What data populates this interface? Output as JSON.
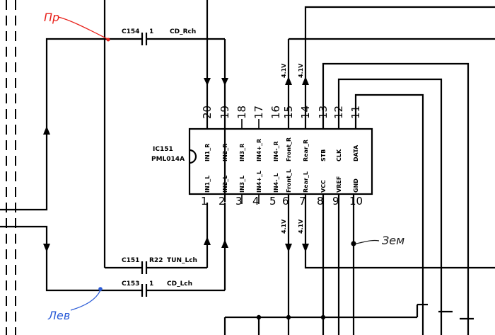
{
  "ic": {
    "ref": "IC151",
    "part": "PML014A",
    "top_pins": [
      {
        "num": "20",
        "label": "IN1_R"
      },
      {
        "num": "19",
        "label": "IN2_R"
      },
      {
        "num": "18",
        "label": "IN3_R"
      },
      {
        "num": "17",
        "label": "IN4+_R"
      },
      {
        "num": "16",
        "label": "IN4-_R"
      },
      {
        "num": "15",
        "label": "Front_R"
      },
      {
        "num": "14",
        "label": "Rear_R"
      },
      {
        "num": "13",
        "label": "STB"
      },
      {
        "num": "12",
        "label": "CLK"
      },
      {
        "num": "11",
        "label": "DATA"
      }
    ],
    "bottom_pins": [
      {
        "num": "1",
        "label": "IN1_L"
      },
      {
        "num": "2",
        "label": "IN2_L"
      },
      {
        "num": "3",
        "label": "IN3_L"
      },
      {
        "num": "4",
        "label": "IN4+_L"
      },
      {
        "num": "5",
        "label": "IN4-_L"
      },
      {
        "num": "6",
        "label": "Front_L"
      },
      {
        "num": "7",
        "label": "Rear_L"
      },
      {
        "num": "8",
        "label": "VCC"
      },
      {
        "num": "9",
        "label": "VREF"
      },
      {
        "num": "10",
        "label": "GND"
      }
    ]
  },
  "components": {
    "c154": {
      "ref": "C154",
      "value": "1",
      "net": "CD_Rch"
    },
    "c151": {
      "ref": "C151",
      "value": "R22",
      "net": "TUN_Lch"
    },
    "c153": {
      "ref": "C153",
      "value": "1",
      "net": "CD_Lch"
    }
  },
  "voltages": {
    "front_r": "4.1V",
    "rear_r": "4.1V",
    "front_l": "4.1V",
    "rear_l": "4.1V"
  },
  "handwritten": {
    "right": "Пр",
    "left": "Лев",
    "ground": "Зем"
  },
  "colors": {
    "ink": "#000000",
    "right_note": "#e8201a",
    "left_note": "#2a5bd7",
    "ground_note": "#1a1a1a"
  }
}
